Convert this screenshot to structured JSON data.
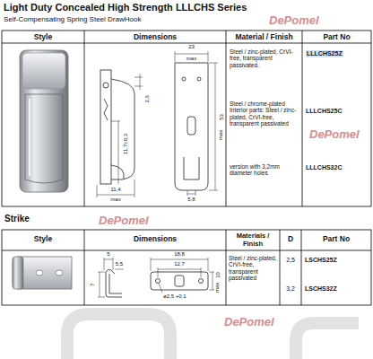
{
  "diagram": {
    "title": "Light Duty Concealed High Strength LLLCHS Series",
    "labels": [
      "Self-Compensating Spring Steel DrawHook",
      "Style",
      "Dimensions",
      "Material / Finish",
      "Part No",
      "23",
      "max",
      "53",
      "max",
      "2,6",
      "11,7±0,3",
      "11,4",
      "max",
      "5,8",
      "Steel / zinc-plated, CrVI-free, transparent passivated.",
      "Steel / chrome-plated Interior parts: Steel / zinc-plated, CrVI-free, transparent passivated",
      "version with 3,2mm diameter holes",
      "LLLCHS25Z",
      "LLLCHS25C",
      "LLLCHS32C",
      "Strike",
      "Style",
      "Dimensions",
      "Materials / Finish",
      "D",
      "Part No",
      "5",
      "5,5",
      "18,8",
      "12,7",
      "7",
      "10",
      "max",
      "ø2,5 +0,1",
      "Steel / zinc-plated, CrVI-free, transparent passivated",
      "2,5",
      "LSCHS25Z",
      "3,2",
      "LSCHS32Z",
      "DePomel",
      "DePomel",
      "DePomel",
      "DePomel"
    ]
  }
}
